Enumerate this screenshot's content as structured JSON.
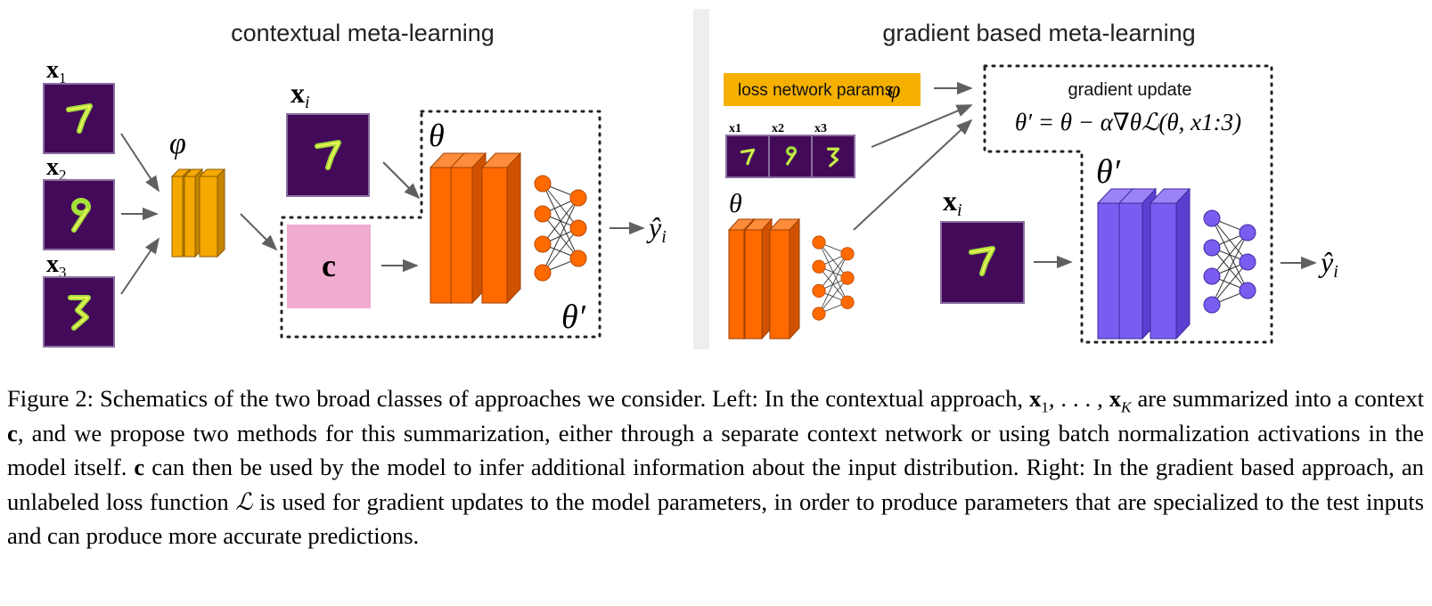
{
  "figure": {
    "left_panel": {
      "title": "contextual meta-learning",
      "input_labels": [
        "x",
        "x",
        "x"
      ],
      "input_subscripts": [
        "1",
        "2",
        "3"
      ],
      "context_net_label": "φ",
      "query_label": "x",
      "query_subscript": "i",
      "context_label": "c",
      "model_label": "θ",
      "adapted_label": "θ′",
      "output_label": "ŷ",
      "output_subscript": "i"
    },
    "right_panel": {
      "title": "gradient based meta-learning",
      "loss_params_label": "loss network params",
      "loss_params_symbol": "φ",
      "gradient_update_label": "gradient update",
      "update_equation": "θ′ = θ − α∇θℒ(θ, x1:3)",
      "small_input_labels": [
        "x1",
        "x2",
        "x3"
      ],
      "model_label": "θ",
      "adapted_label": "θ′",
      "query_label": "x",
      "query_subscript": "i",
      "output_label": "ŷ",
      "output_subscript": "i"
    },
    "colors": {
      "digit_bg": "#440a5a",
      "digit_stroke": "#a5e03a",
      "context_net": "#f5a800",
      "context_box": "#f0abd0",
      "orange_model": "#ff6a00",
      "purple_model": "#7b5cf0",
      "loss_params_bg": "#f5b000",
      "arrow": "#606060"
    }
  },
  "caption": {
    "figure_label": "Figure 2:",
    "s1": "Schematics of the two broad classes of approaches we consider. Left: In the contextual approach,",
    "x": "x",
    "sub1": "1",
    "dots": ", . . . , ",
    "subK": "K",
    "s2": "are summarized into a context",
    "c": "c",
    "s3": ", and we propose two methods for this summarization, either through a separate context network or using batch normalization activations in the model itself.",
    "s4": "can then be used by the model to infer additional information about the input distribution. Right: In the gradient based approach, an unlabeled loss function",
    "L": "ℒ",
    "s5": "is used for gradient updates to the model parameters, in order to produce parameters that are specialized to the test inputs and can produce more accurate predictions."
  }
}
